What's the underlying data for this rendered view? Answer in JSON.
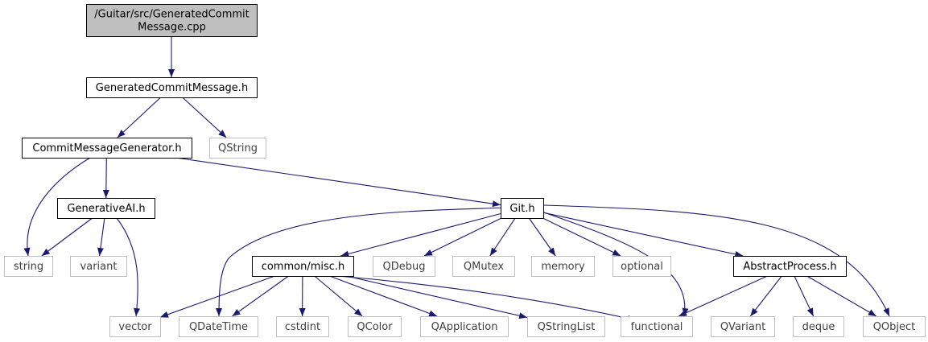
{
  "colors": {
    "edge": "#191970",
    "root_fill": "#bfbfbf",
    "local_border": "#000000",
    "external_border": "#bfbfbf"
  },
  "nodes": [
    {
      "id": "root",
      "kind": "root",
      "lines": [
        "/Guitar/src/GeneratedCommit",
        "Message.cpp"
      ]
    },
    {
      "id": "gcm_h",
      "kind": "local",
      "lines": [
        "GeneratedCommitMessage.h"
      ]
    },
    {
      "id": "cmg_h",
      "kind": "local",
      "lines": [
        "CommitMessageGenerator.h"
      ]
    },
    {
      "id": "qstring",
      "kind": "external",
      "lines": [
        "QString"
      ]
    },
    {
      "id": "genai_h",
      "kind": "local",
      "lines": [
        "GenerativeAI.h"
      ]
    },
    {
      "id": "git_h",
      "kind": "local",
      "lines": [
        "Git.h"
      ]
    },
    {
      "id": "string",
      "kind": "external",
      "lines": [
        "string"
      ]
    },
    {
      "id": "variant",
      "kind": "external",
      "lines": [
        "variant"
      ]
    },
    {
      "id": "misc_h",
      "kind": "local",
      "lines": [
        "common/misc.h"
      ]
    },
    {
      "id": "qdebug",
      "kind": "external",
      "lines": [
        "QDebug"
      ]
    },
    {
      "id": "qmutex",
      "kind": "external",
      "lines": [
        "QMutex"
      ]
    },
    {
      "id": "memory",
      "kind": "external",
      "lines": [
        "memory"
      ]
    },
    {
      "id": "optional",
      "kind": "external",
      "lines": [
        "optional"
      ]
    },
    {
      "id": "abstractprocess_h",
      "kind": "local",
      "lines": [
        "AbstractProcess.h"
      ]
    },
    {
      "id": "vector",
      "kind": "external",
      "lines": [
        "vector"
      ]
    },
    {
      "id": "qdatetime",
      "kind": "external",
      "lines": [
        "QDateTime"
      ]
    },
    {
      "id": "cstdint",
      "kind": "external",
      "lines": [
        "cstdint"
      ]
    },
    {
      "id": "qcolor",
      "kind": "external",
      "lines": [
        "QColor"
      ]
    },
    {
      "id": "qapplication",
      "kind": "external",
      "lines": [
        "QApplication"
      ]
    },
    {
      "id": "qstringlist",
      "kind": "external",
      "lines": [
        "QStringList"
      ]
    },
    {
      "id": "functional",
      "kind": "external",
      "lines": [
        "functional"
      ]
    },
    {
      "id": "qvariant",
      "kind": "external",
      "lines": [
        "QVariant"
      ]
    },
    {
      "id": "deque",
      "kind": "external",
      "lines": [
        "deque"
      ]
    },
    {
      "id": "qobject",
      "kind": "external",
      "lines": [
        "QObject"
      ]
    }
  ],
  "edges": [
    {
      "from": "root",
      "to": "gcm_h"
    },
    {
      "from": "gcm_h",
      "to": "cmg_h"
    },
    {
      "from": "gcm_h",
      "to": "qstring"
    },
    {
      "from": "cmg_h",
      "to": "string"
    },
    {
      "from": "cmg_h",
      "to": "genai_h"
    },
    {
      "from": "cmg_h",
      "to": "git_h"
    },
    {
      "from": "genai_h",
      "to": "string"
    },
    {
      "from": "genai_h",
      "to": "variant"
    },
    {
      "from": "genai_h",
      "to": "vector"
    },
    {
      "from": "git_h",
      "to": "qdatetime"
    },
    {
      "from": "git_h",
      "to": "misc_h"
    },
    {
      "from": "git_h",
      "to": "qdebug"
    },
    {
      "from": "git_h",
      "to": "qmutex"
    },
    {
      "from": "git_h",
      "to": "memory"
    },
    {
      "from": "git_h",
      "to": "optional"
    },
    {
      "from": "git_h",
      "to": "functional"
    },
    {
      "from": "git_h",
      "to": "abstractprocess_h"
    },
    {
      "from": "git_h",
      "to": "qobject"
    },
    {
      "from": "misc_h",
      "to": "vector"
    },
    {
      "from": "misc_h",
      "to": "qdatetime"
    },
    {
      "from": "misc_h",
      "to": "cstdint"
    },
    {
      "from": "misc_h",
      "to": "qcolor"
    },
    {
      "from": "misc_h",
      "to": "qapplication"
    },
    {
      "from": "misc_h",
      "to": "qstringlist"
    },
    {
      "from": "misc_h",
      "to": "functional"
    },
    {
      "from": "abstractprocess_h",
      "to": "functional"
    },
    {
      "from": "abstractprocess_h",
      "to": "qvariant"
    },
    {
      "from": "abstractprocess_h",
      "to": "deque"
    },
    {
      "from": "abstractprocess_h",
      "to": "qobject"
    }
  ]
}
